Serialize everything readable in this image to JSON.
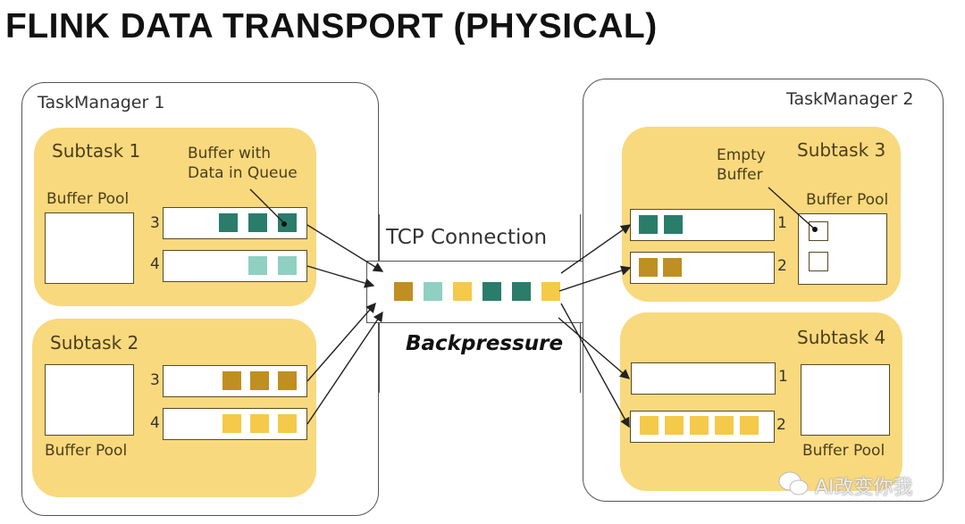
{
  "title": "FLINK DATA TRANSPORT (PHYSICAL)",
  "colors": {
    "dark_teal": "#2a7d6a",
    "light_teal": "#8fd0c2",
    "dark_gold": "#c08f22",
    "yellow": "#f5c94a",
    "subtask_bg": "#f9d97e"
  },
  "taskmanager1": {
    "label": "TaskManager 1",
    "subtask1": {
      "label": "Subtask 1",
      "buffer_pool_label": "Buffer Pool",
      "annotation": [
        "Buffer with",
        "Data in Queue"
      ],
      "queues": [
        {
          "index": "3",
          "squares": [
            "dark_teal",
            "dark_teal",
            "dark_teal"
          ]
        },
        {
          "index": "4",
          "squares": [
            "light_teal",
            "light_teal"
          ]
        }
      ]
    },
    "subtask2": {
      "label": "Subtask 2",
      "buffer_pool_label": "Buffer Pool",
      "queues": [
        {
          "index": "3",
          "squares": [
            "dark_gold",
            "dark_gold",
            "dark_gold"
          ]
        },
        {
          "index": "4",
          "squares": [
            "yellow",
            "yellow",
            "yellow"
          ]
        }
      ]
    }
  },
  "tcp": {
    "label": "TCP Connection",
    "backpressure_label": "Backpressure",
    "squares": [
      "dark_gold",
      "light_teal",
      "yellow",
      "dark_teal",
      "dark_teal",
      "yellow"
    ]
  },
  "taskmanager2": {
    "label": "TaskManager 2",
    "subtask3": {
      "label": "Subtask 3",
      "buffer_pool_label": "Buffer Pool",
      "annotation": [
        "Empty",
        "Buffer"
      ],
      "queues": [
        {
          "index": "1",
          "squares": [
            "dark_teal",
            "dark_teal"
          ]
        },
        {
          "index": "2",
          "squares": [
            "dark_gold",
            "dark_gold"
          ]
        }
      ]
    },
    "subtask4": {
      "label": "Subtask 4",
      "buffer_pool_label": "Buffer Pool",
      "queues": [
        {
          "index": "1",
          "squares": []
        },
        {
          "index": "2",
          "squares": [
            "yellow",
            "yellow",
            "yellow",
            "yellow",
            "yellow"
          ]
        }
      ]
    }
  },
  "watermark": "AI改变你我"
}
